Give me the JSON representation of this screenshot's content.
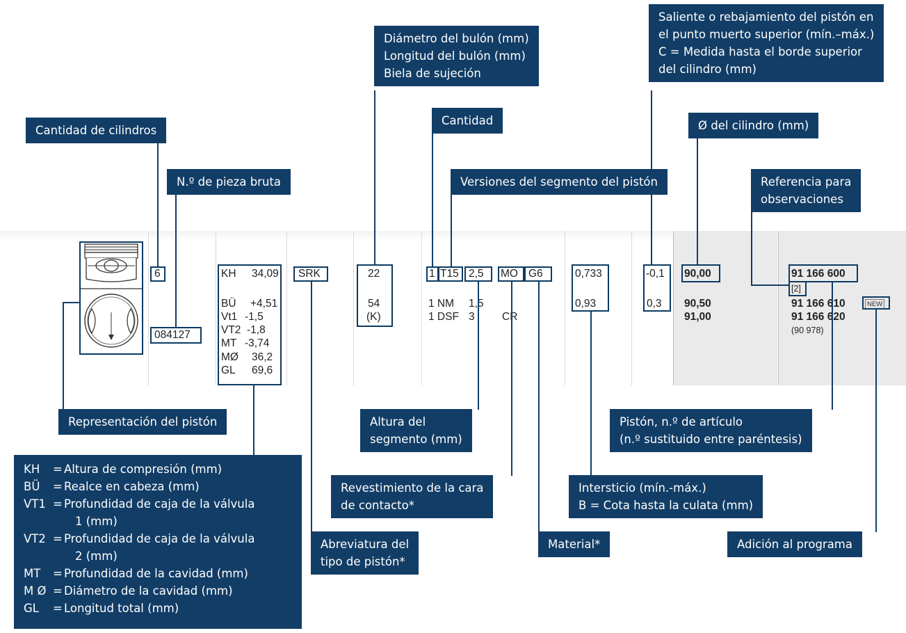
{
  "catalog": {
    "cylinders": "6",
    "blank_no": "084127",
    "specs": [
      {
        "code": "KH",
        "value": "34,09"
      },
      {
        "code": "BÜ",
        "value": "+4,51"
      },
      {
        "code": "Vt1",
        "value": "-1,5"
      },
      {
        "code": "VT2",
        "value": "-1,8"
      },
      {
        "code": "MT",
        "value": "-3,74"
      },
      {
        "code": "MØ",
        "value": "36,2"
      },
      {
        "code": "GL",
        "value": "69,6"
      }
    ],
    "piston_type": "SRK",
    "pin_diameter": "22",
    "pin_length": "54",
    "pin_clamp": "(K)",
    "ring_qty": "1",
    "ring_type": "T15",
    "ring_height": "2,5",
    "coating": "MO",
    "material": "G6",
    "ring2": "1 NM",
    "ring2_height": "1,5",
    "ring3": "1 DSF",
    "ring3_height": "3",
    "coating3": "CR",
    "gap_min": "0,733",
    "gap_max": "0,93",
    "protrusion_min": "-0,1",
    "protrusion_max": "0,3",
    "bores": [
      "90,00",
      "90,50",
      "91,00"
    ],
    "articles": [
      "91 166 600",
      "91 166 610",
      "91 166 620"
    ],
    "superseded": "(90 978)",
    "remark_ref": "[2]",
    "new_badge": "NEW"
  },
  "callouts": {
    "cylinders": "Cantidad de cilindros",
    "blank": "N.º de pieza bruta",
    "pin": [
      "Diámetro del bulón (mm)",
      "Longitud del bulón (mm)",
      "Biela de sujeción"
    ],
    "quantity": "Cantidad",
    "ring_versions": "Versiones del segmento del pistón",
    "protrusion": [
      "Saliente o rebajamiento del pistón en",
      "el punto muerto superior (mín.–máx.)",
      "C = Medida hasta el borde superior",
      "del cilindro (mm)"
    ],
    "bore": "Ø del cilindro (mm)",
    "remarks": [
      "Referencia para",
      "observaciones"
    ],
    "piston_repr": "Representación del pistón",
    "ring_height": [
      "Altura del",
      "segmento (mm)"
    ],
    "article": [
      "Pistón, n.º de artículo",
      "(n.º sustituido entre paréntesis)"
    ],
    "coating": [
      "Revestimiento de la cara",
      "de contacto*"
    ],
    "gap": [
      "Intersticio (mín.-máx.)",
      "B = Cota hasta la culata (mm)"
    ],
    "piston_type": [
      "Abreviatura del",
      "tipo de pistón*"
    ],
    "material": "Material*",
    "addition": "Adición al programa"
  },
  "legend": [
    {
      "abbr": "KH",
      "eq": "=",
      "text": [
        "Altura de compresión (mm)"
      ]
    },
    {
      "abbr": "BÜ",
      "eq": "=",
      "text": [
        "Realce en cabeza (mm)"
      ]
    },
    {
      "abbr": "VT1",
      "eq": "=",
      "text": [
        "Profundidad de caja de la válvula",
        "1 (mm)"
      ]
    },
    {
      "abbr": "VT2",
      "eq": "=",
      "text": [
        "Profundidad de caja de la válvula",
        "2 (mm)"
      ]
    },
    {
      "abbr": "MT",
      "eq": "=",
      "text": [
        "Profundidad de la cavidad (mm)"
      ]
    },
    {
      "abbr": "M Ø",
      "eq": "=",
      "text": [
        "Diámetro de la cavidad (mm)"
      ]
    },
    {
      "abbr": "GL",
      "eq": "=",
      "text": [
        "Longitud total (mm)"
      ]
    }
  ],
  "colors": {
    "callout": "#123d66",
    "frame": "#0c3a63",
    "stripe": "#eaeaea"
  }
}
